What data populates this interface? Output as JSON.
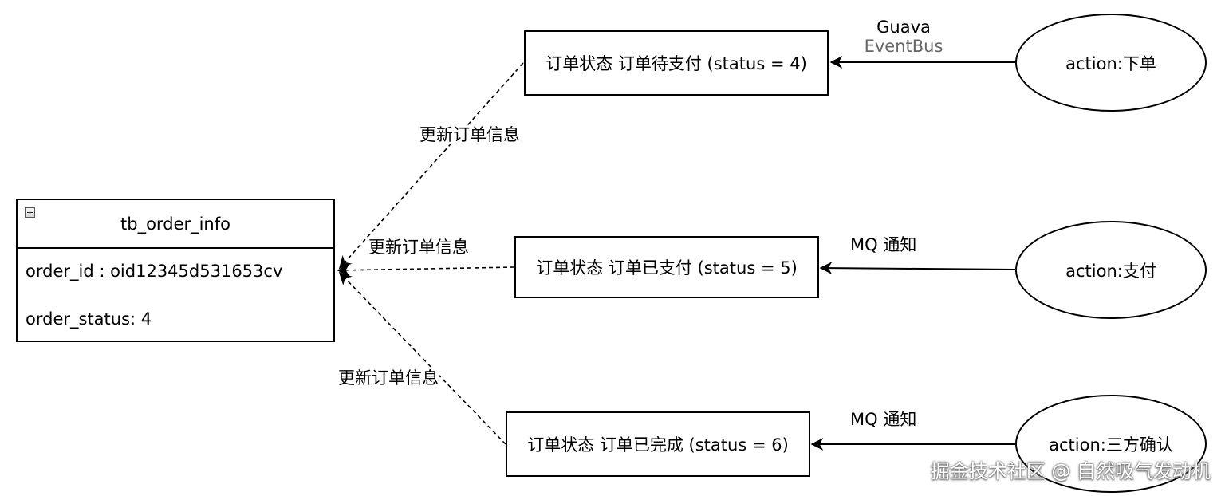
{
  "entity": {
    "title": "tb_order_info",
    "fields": [
      "order_id : oid12345d531653cv",
      "order_status: 4"
    ]
  },
  "states": {
    "pending": "订单状态  订单待支付 (status = 4)",
    "paid": "订单状态  订单已支付 (status = 5)",
    "completed": "订单状态  订单已完成 (status = 6)"
  },
  "actions": {
    "order": "action:下单",
    "pay": "action:支付",
    "confirm": "action:三方确认"
  },
  "edge_labels": {
    "guava_line1": "Guava",
    "guava_line2": "EventBus",
    "mq_paid": "MQ 通知",
    "mq_completed": "MQ 通知",
    "update_top": "更新订单信息",
    "update_middle": "更新订单信息",
    "update_bottom": "更新订单信息"
  },
  "watermark": "掘金技术社区 @ 自然吸气发动机",
  "colors": {
    "line": "#000000",
    "muted_text": "#666666"
  }
}
